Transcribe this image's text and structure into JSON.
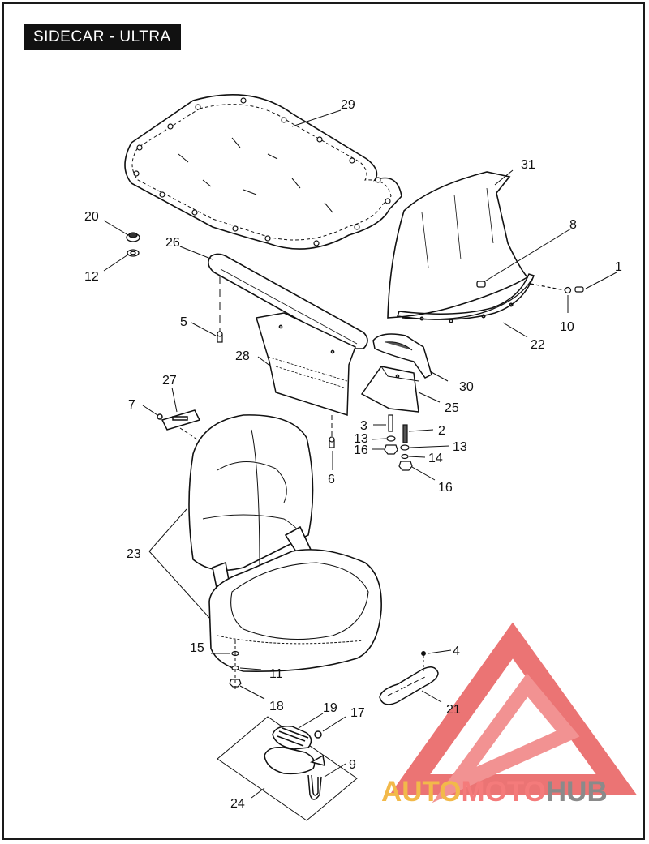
{
  "title": "SIDECAR - ULTRA",
  "watermark": {
    "part1": "AUTO",
    "part2": "MOTO",
    "part3": "HUB",
    "color_auto": "#f2b94a",
    "color_moto": "#f47b7b",
    "color_hub": "#8a8a8a",
    "logo_color": "#e85c5c"
  },
  "callouts": {
    "c1": "1",
    "c2": "2",
    "c3": "3",
    "c4": "4",
    "c5": "5",
    "c6": "6",
    "c7": "7",
    "c8": "8",
    "c9": "9",
    "c10": "10",
    "c11": "11",
    "c12": "12",
    "c13a": "13",
    "c13b": "13",
    "c14": "14",
    "c15": "15",
    "c16a": "16",
    "c16b": "16",
    "c17": "17",
    "c18": "18",
    "c19": "19",
    "c20": "20",
    "c21": "21",
    "c22": "22",
    "c23": "23",
    "c24": "24",
    "c25": "25",
    "c26": "26",
    "c27": "27",
    "c28": "28",
    "c29": "29",
    "c30": "30",
    "c31": "31"
  }
}
